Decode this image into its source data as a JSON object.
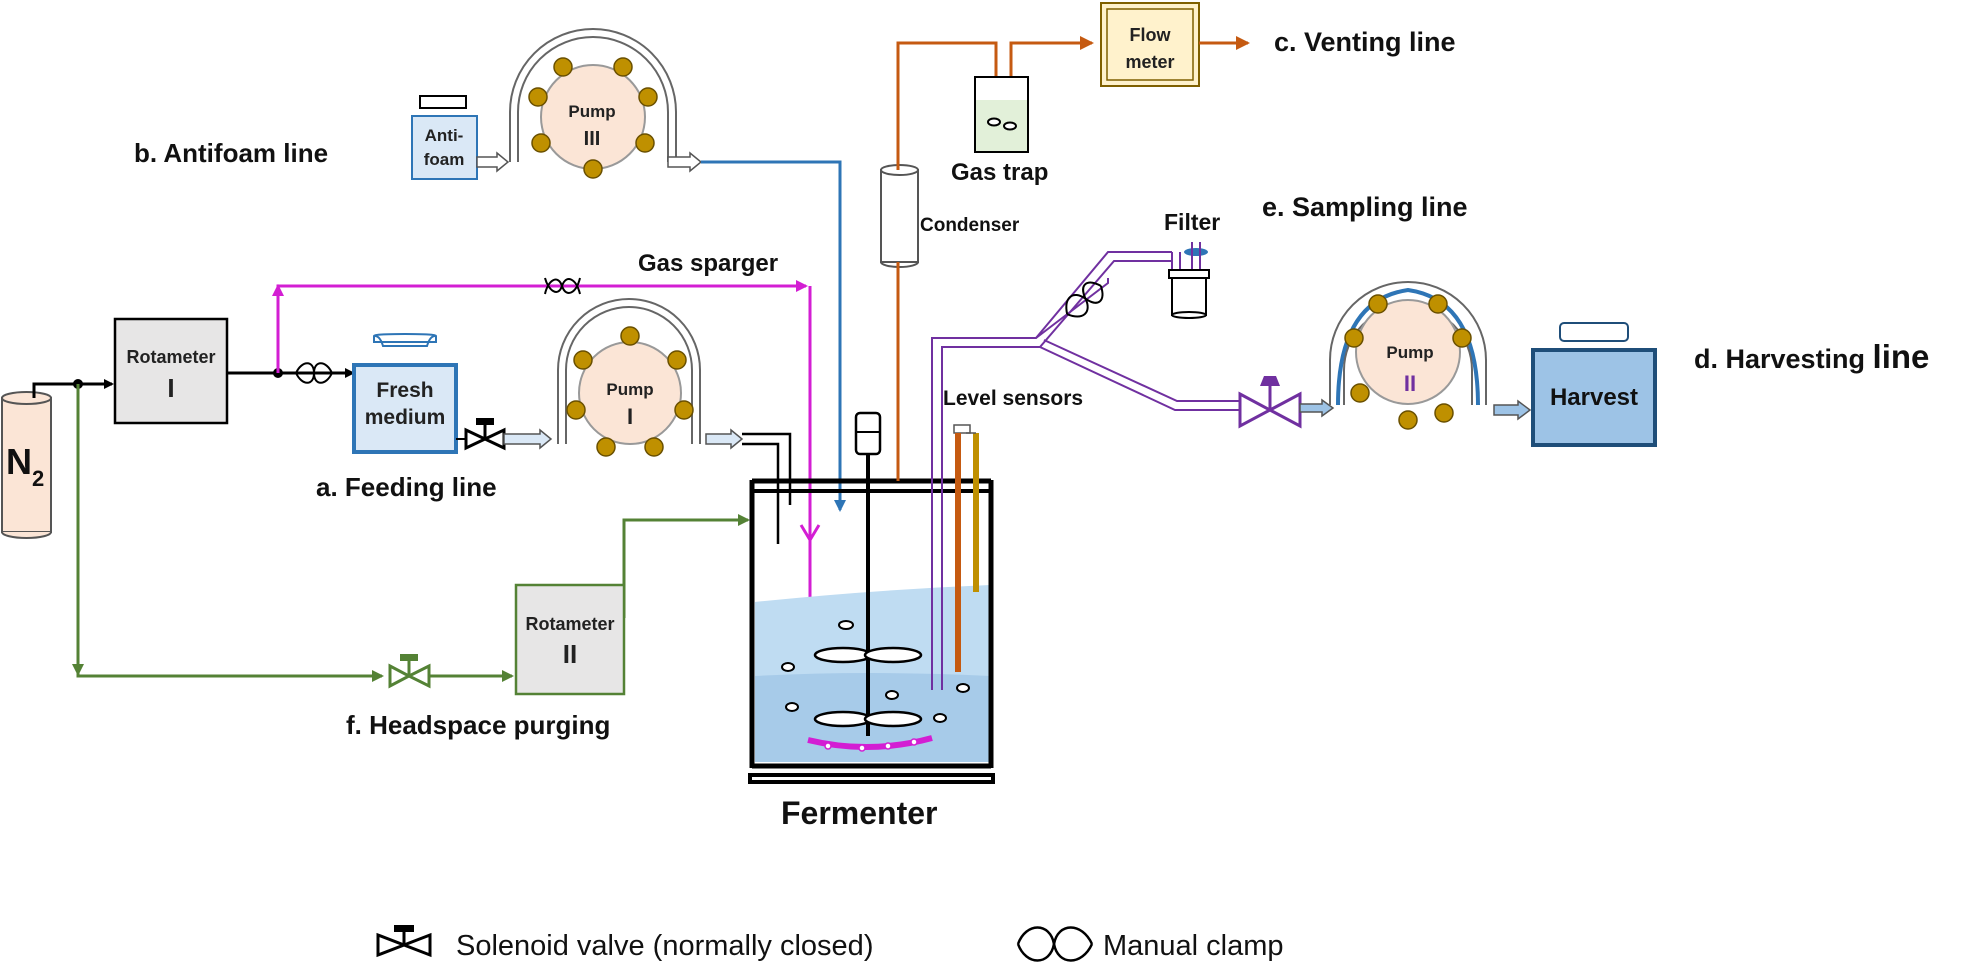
{
  "gas_source": {
    "main": "N",
    "subscript": "2"
  },
  "rotameter1": {
    "title": "Rotameter",
    "numeral": "I"
  },
  "rotameter2": {
    "title": "Rotameter",
    "numeral": "II"
  },
  "fresh_medium": {
    "line1": "Fresh",
    "line2": "medium"
  },
  "antifoam": {
    "line1": "Anti-",
    "line2": "foam"
  },
  "pump1": {
    "title": "Pump",
    "numeral": "I"
  },
  "pump2": {
    "title": "Pump",
    "numeral": "II"
  },
  "pump3": {
    "title": "Pump",
    "numeral": "III"
  },
  "flow_meter": {
    "line1": "Flow",
    "line2": "meter"
  },
  "harvest": "Harvest",
  "labels": {
    "feeding": "a. Feeding line",
    "antifoam": "b. Antifoam  line",
    "venting": "c. Venting line",
    "harvesting_main": "d. Harvesting ",
    "harvesting_tail": "line",
    "sampling": "e. Sampling line",
    "purging": "f. Headspace purging",
    "gas_sparger": "Gas sparger",
    "gas_trap": "Gas trap",
    "condenser": "Condenser",
    "filter": "Filter",
    "level_sensors": "Level sensors",
    "fermenter": "Fermenter"
  },
  "legend": {
    "solenoid": "Solenoid valve  (normally closed)",
    "clamp": "Manual clamp"
  },
  "colors": {
    "sparger": "#d31ed3",
    "antifoam_line": "#2e75b6",
    "venting_line": "#c55a11",
    "purge_line": "#548235",
    "sampling_line": "#7030a0",
    "liquid": "#bfdcf2",
    "box_grey": "#e7e6e6",
    "pump_disc": "#fbe5d6",
    "roller": "#bf9000",
    "harvest_box": "#9dc3e6"
  }
}
